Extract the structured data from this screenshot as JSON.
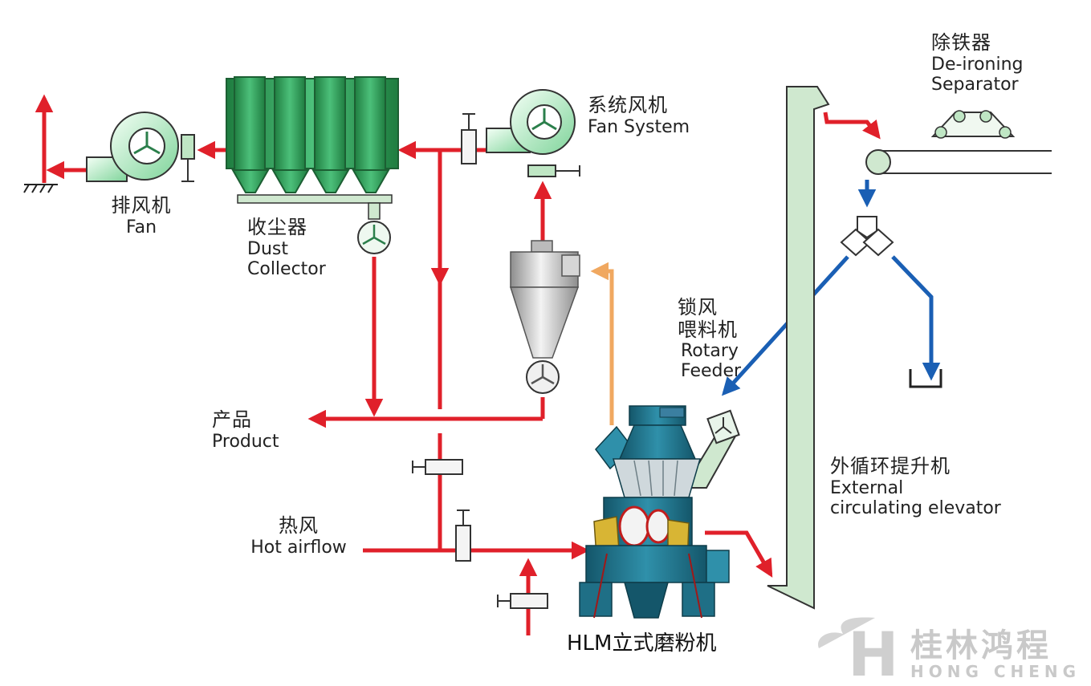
{
  "labels": {
    "fan": {
      "cn": "排风机",
      "en": "Fan"
    },
    "dust_collector": {
      "cn": "收尘器",
      "en1": "Dust",
      "en2": "Collector"
    },
    "fan_system": {
      "cn": "系统风机",
      "en": "Fan System"
    },
    "deironing": {
      "cn": "除铁器",
      "en1": "De-ironing",
      "en2": "Separator"
    },
    "rotary_feeder": {
      "cn1": "锁风",
      "cn2": "喂料机",
      "en1": "Rotary",
      "en2": "Feeder"
    },
    "product": {
      "cn": "产品",
      "en": "Product"
    },
    "hot_airflow": {
      "cn": "热风",
      "en": "Hot airflow"
    },
    "elevator": {
      "cn": "外循环提升机",
      "en1": "External",
      "en2": "circulating elevator"
    },
    "mill": "HLM立式磨粉机"
  },
  "logo": {
    "letter": "H",
    "cn": "桂林鸿程",
    "en": "HONG CHENG"
  },
  "colors": {
    "air_flow": "#e0202a",
    "material_flow": "#1a5fb4",
    "return_flow": "#f0a860",
    "equipment_green": "#2f9a55",
    "elevator_green": "#cfe8cf",
    "mill_body": "#1f6f86"
  }
}
